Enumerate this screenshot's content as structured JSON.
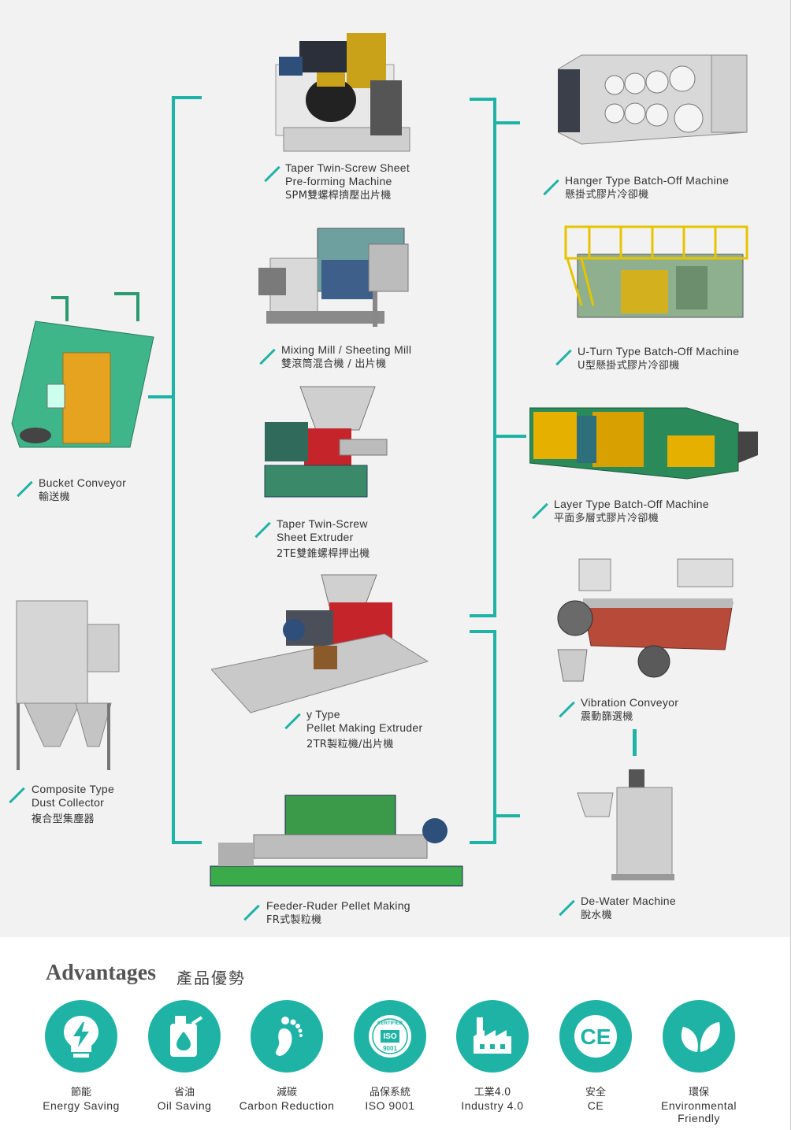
{
  "colors": {
    "accent": "#1fb3a6",
    "background": "#f2f2f2",
    "panel": "#ffffff"
  },
  "machines": {
    "spm": {
      "en1": "Taper Twin-Screw Sheet",
      "en2": "Pre-forming Machine",
      "zh": "SPM雙螺桿擠壓出片機"
    },
    "hanger": {
      "en1": "Hanger Type Batch-Off Machine",
      "zh": "懸掛式膠片冷卻機"
    },
    "mixing": {
      "en1": "Mixing Mill / Sheeting Mill",
      "zh": "雙滾筒混合機 / 出片機"
    },
    "uturn": {
      "en1": "U-Turn Type Batch-Off Machine",
      "zh": "U型懸掛式膠片冷卻機"
    },
    "bucket": {
      "en1": "Bucket Conveyor",
      "zh": "輸送機"
    },
    "layer": {
      "en1": "Layer Type Batch-Off Machine",
      "zh": "平面多層式膠片冷卻機"
    },
    "extruder": {
      "en1": "Taper Twin-Screw",
      "en2": "Sheet Extruder",
      "zh": "2TE雙錐螺桿押出機"
    },
    "vibration": {
      "en1": "Vibration Conveyor",
      "zh": "震動篩選機"
    },
    "pellet": {
      "en1": "y Type",
      "en2": "Pellet Making Extruder",
      "zh": "2TR製粒機/出片機"
    },
    "dust": {
      "en1": "Composite Type",
      "en2": "Dust Collector",
      "zh": "複合型集塵器"
    },
    "dewater": {
      "en1": "De-Water Machine",
      "zh": "脫水機"
    },
    "feeder": {
      "en1": "Feeder-Ruder Pellet Making",
      "zh": "FR式製粒機"
    }
  },
  "advantages": {
    "title": "Advantages",
    "title_zh": "產品優勢",
    "items": [
      {
        "zh": "節能",
        "en": "Energy Saving",
        "icon": "bulb-icon"
      },
      {
        "zh": "省油",
        "en": "Oil Saving",
        "icon": "oil-can-icon"
      },
      {
        "zh": "減碳",
        "en": "Carbon Reduction",
        "icon": "footprint-icon"
      },
      {
        "zh": "品保系統",
        "en": "ISO 9001",
        "icon": "iso-badge-icon"
      },
      {
        "zh": "工業4.0",
        "en": "Industry 4.0",
        "icon": "factory-icon"
      },
      {
        "zh": "安全",
        "en": "CE",
        "icon": "ce-mark-icon"
      },
      {
        "zh": "環保",
        "en": "Environmental Friendly",
        "icon": "leaves-icon"
      }
    ],
    "iso_badge": {
      "top": "CERTIFIED",
      "mid": "ISO",
      "num": "9001"
    },
    "ce_text": "CE"
  }
}
